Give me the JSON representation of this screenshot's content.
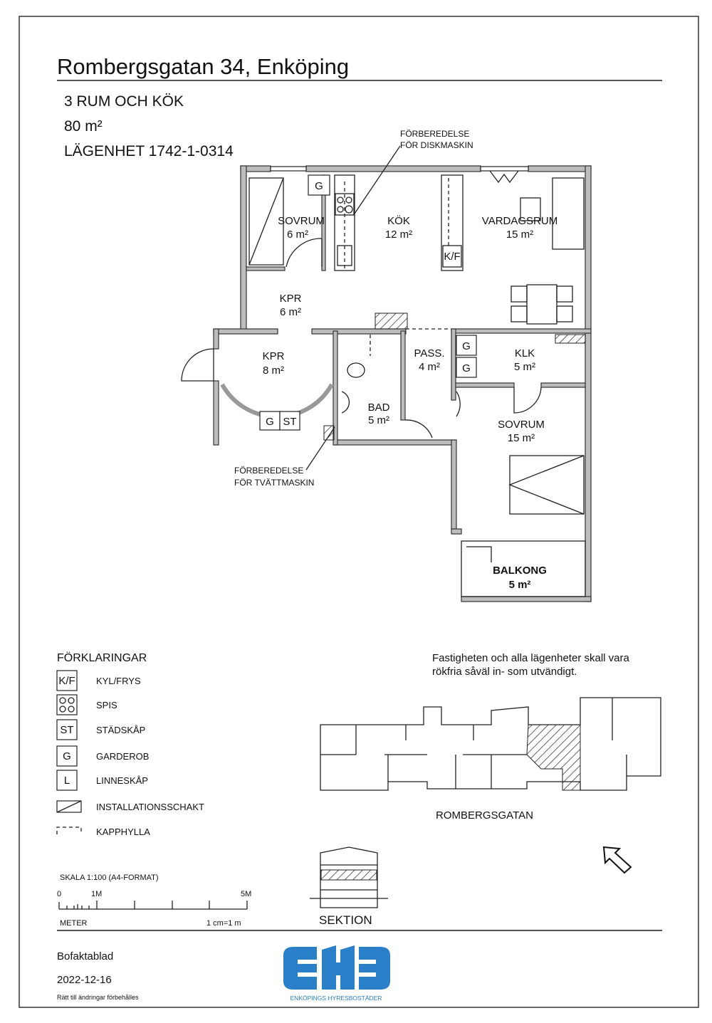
{
  "header": {
    "title": "Rombergsgatan 34, Enköping",
    "rooms_summary": "3 RUM OCH KÖK",
    "area": "80 m²",
    "apartment": "LÄGENHET 1742-1-0314"
  },
  "plan": {
    "rooms": [
      {
        "name": "SOVRUM",
        "area": "6 m²"
      },
      {
        "name": "KÖK",
        "area": "12 m²"
      },
      {
        "name": "VARDAGSRUM",
        "area": "15 m²"
      },
      {
        "name": "KPR",
        "area": "6 m²"
      },
      {
        "name": "KPR",
        "area": "8 m²"
      },
      {
        "name": "BAD",
        "area": "5 m²"
      },
      {
        "name": "PASS.",
        "area": "4 m²"
      },
      {
        "name": "KLK",
        "area": "5 m²"
      },
      {
        "name": "SOVRUM",
        "area": "15 m²"
      },
      {
        "name": "BALKONG",
        "area": "5 m²"
      }
    ],
    "annotations": {
      "dishwasher_1": "FÖRBEREDELSE",
      "dishwasher_2": "FÖR DISKMASKIN",
      "washer_1": "FÖRBEREDELSE",
      "washer_2": "FÖR TVÄTTMASKIN"
    },
    "symbols": {
      "g": "G",
      "st": "ST",
      "kf": "K/F"
    }
  },
  "legend": {
    "title": "FÖRKLARINGAR",
    "items": [
      {
        "symbol": "K/F",
        "label": "KYL/FRYS"
      },
      {
        "symbol": "",
        "label": "SPIS"
      },
      {
        "symbol": "ST",
        "label": "STÄDSKÅP"
      },
      {
        "symbol": "G",
        "label": "GARDEROB"
      },
      {
        "symbol": "L",
        "label": "LINNESKÅP"
      },
      {
        "symbol": "",
        "label": "INSTALLATIONSSCHAKT"
      },
      {
        "symbol": "",
        "label": "KAPPHYLLA"
      }
    ]
  },
  "notice": {
    "line1": "Fastigheten och alla lägenheter skall vara",
    "line2": "rökfria såväl in- som utvändigt."
  },
  "site": {
    "street": "ROMBERGSGATAN"
  },
  "section": {
    "label": "SEKTION"
  },
  "scale": {
    "title": "SKALA 1:100 (A4-FORMAT)",
    "tick_0": "0",
    "tick_1": "1M",
    "tick_5": "5M",
    "unit": "METER",
    "ratio": "1 cm=1 m"
  },
  "footer": {
    "doc_type": "Bofaktablad",
    "date": "2022-12-16",
    "disclaimer": "Rätt till ändringar förbehålles",
    "logo_text": "EHB",
    "logo_subtitle": "ENKÖPINGS HYRESBOSTÄDER",
    "brand_color": "#2a7fc9"
  }
}
